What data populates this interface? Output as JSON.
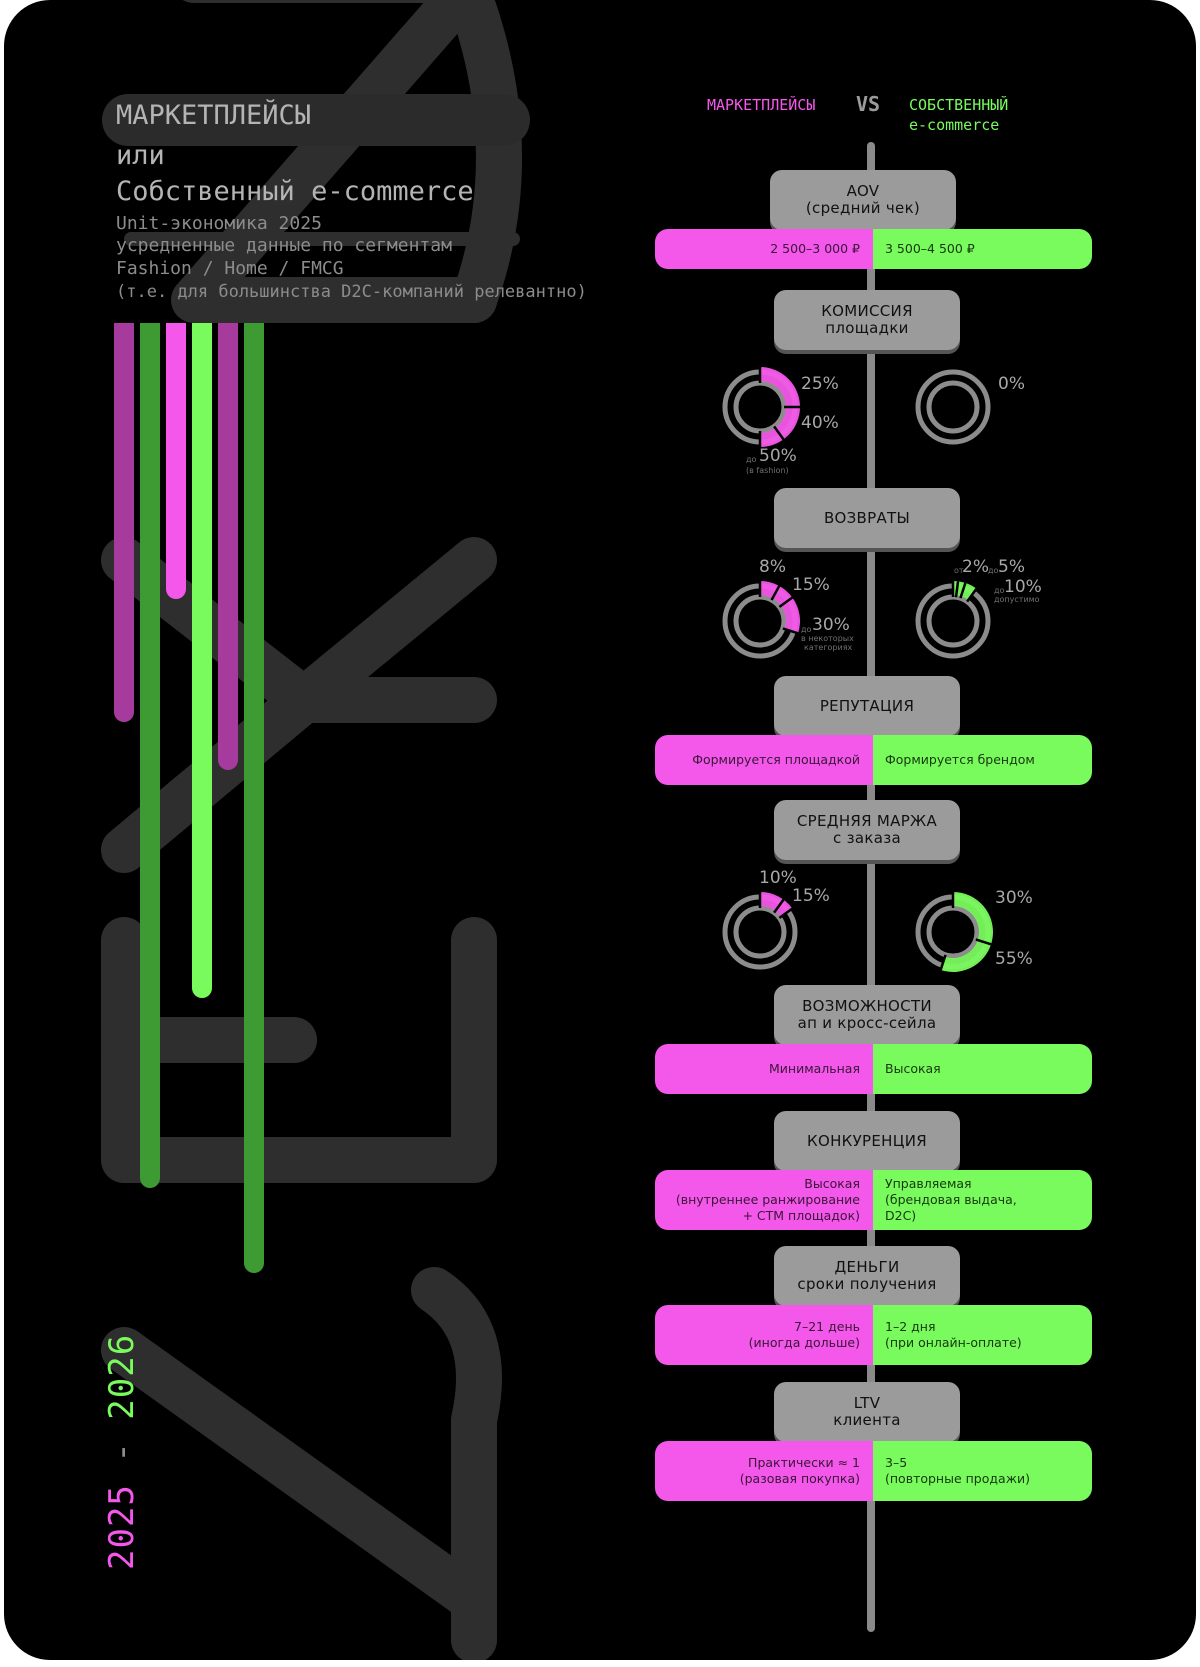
{
  "title": {
    "line1": "МАРКЕТПЛЕЙСЫ",
    "line2": "или",
    "line3": "Собственный e-commerce",
    "sub1": "Unit-экономика 2025",
    "sub2": "усредненные данные по сегментам",
    "sub3": "Fashion / Home / FMCG",
    "sub4": "(т.е. для большинства D2C-компаний релевантно)"
  },
  "header": {
    "left": "МАРКЕТПЛЕЙСЫ",
    "vs": "VS",
    "right1": "СОБСТВЕННЫЙ",
    "right2": "e-commerce"
  },
  "years": {
    "from": "2025",
    "dash": " - ",
    "to": "2026"
  },
  "colors": {
    "pink": "#f458ea",
    "green": "#79fb5e",
    "pink_dark": "#a63a9d",
    "green_dark": "#3e9a33",
    "gray": "#9b9b9b",
    "ring": "#8c8c8c"
  },
  "decor_bars": [
    {
      "color": "#a63a9d",
      "value": 0.42
    },
    {
      "color": "#3e9a33",
      "value": 0.91
    },
    {
      "color": "#f458ea",
      "value": 0.29
    },
    {
      "color": "#79fb5e",
      "value": 0.71
    },
    {
      "color": "#a63a9d",
      "value": 0.47
    },
    {
      "color": "#3e9a33",
      "value": 1.0
    }
  ],
  "sections": {
    "aov": {
      "label1": "AOV",
      "label2": "(средний чек)",
      "left": "2 500–3 000 ₽",
      "right": "3 500–4 500 ₽"
    },
    "commission": {
      "label1": "КОМИССИЯ",
      "label2": "площадки",
      "left_ring": {
        "ticks": [
          25,
          40,
          50
        ],
        "fill": 50
      },
      "left_25": "25%",
      "left_40": "40%",
      "left_do": "до",
      "left_50": "50%",
      "left_note": "(в fashion)",
      "right_0": "0%"
    },
    "returns": {
      "label1": "ВОЗВРАТЫ",
      "left_ring": {
        "ticks": [
          8,
          15,
          30
        ],
        "fill": 30
      },
      "left_8": "8%",
      "left_15": "15%",
      "left_do": "до",
      "left_30": "30%",
      "left_note1": "в некоторых",
      "left_note2": "категориях",
      "right_ring": {
        "ticks": [
          2,
          5,
          10
        ],
        "fill": 10
      },
      "right_ot": "от",
      "right_2": "2%",
      "right_do1": "до",
      "right_5": "5%",
      "right_do2": "до",
      "right_10": "10%",
      "right_note": "допустимо"
    },
    "reputation": {
      "label1": "РЕПУТАЦИЯ",
      "left": "Формируется площадкой",
      "right": "Формируется брендом"
    },
    "margin": {
      "label1": "СРЕДНЯЯ МАРЖА",
      "label2": "с заказа",
      "left_ring": {
        "ticks": [
          10,
          15
        ],
        "fill": 15
      },
      "left_10": "10%",
      "left_15": "15%",
      "right_ring": {
        "ticks": [
          30,
          55
        ],
        "fill": 55
      },
      "right_30": "30%",
      "right_55": "55%"
    },
    "upsell": {
      "label1": "ВОЗМОЖНОСТИ",
      "label2": "ап и кросс-сейла",
      "left": "Минимальная",
      "right": "Высокая"
    },
    "competition": {
      "label1": "КОНКУРЕНЦИЯ",
      "left1": "Высокая",
      "left2": "(внутреннее ранжирование",
      "left3": "+ СТМ площадок)",
      "right1": "Управляемая",
      "right2": "(брендовая выдача,",
      "right3": "D2C)"
    },
    "money": {
      "label1": "ДЕНЬГИ",
      "label2": "сроки получения",
      "left1": "7–21 день",
      "left2": "(иногда дольше)",
      "right1": "1–2 дня",
      "right2": "(при онлайн-оплате)"
    },
    "ltv": {
      "label1": "LTV",
      "label2": "клиента",
      "left1": "Практически ≈ 1",
      "left2": "(разовая покупка)",
      "right1": "3–5",
      "right2": "(повторные продажи)"
    }
  }
}
